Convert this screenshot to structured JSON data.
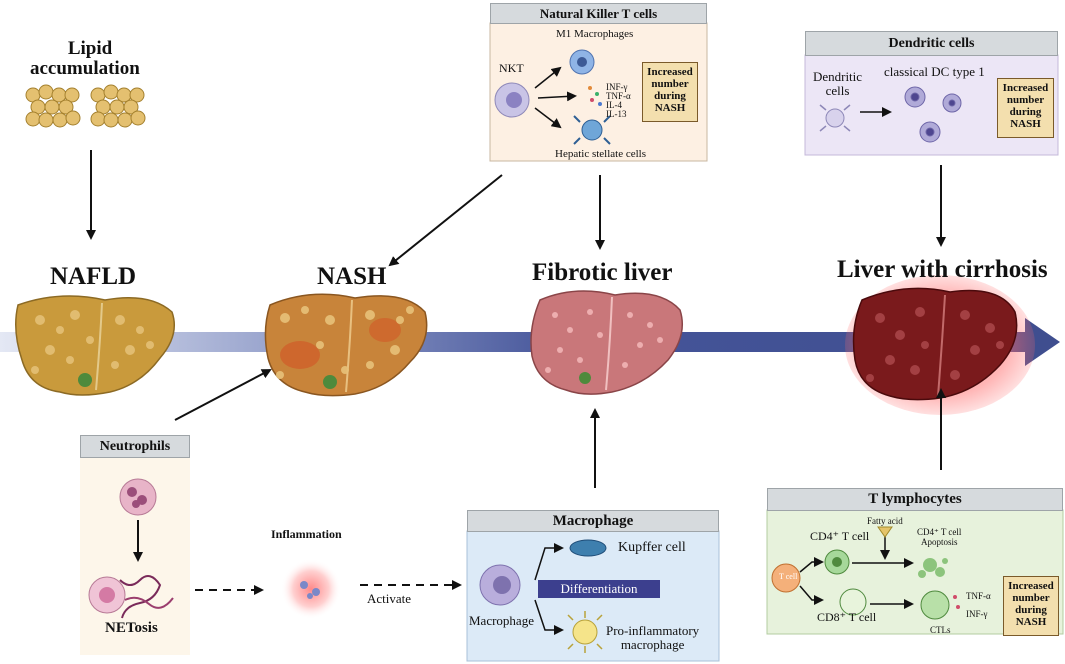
{
  "stages": {
    "nafld": "NAFLD",
    "nash": "NASH",
    "fibrotic": "Fibrotic liver",
    "cirrhosis": "Liver with cirrhosis"
  },
  "lipid": {
    "line1": "Lipid",
    "line2": "accumulation"
  },
  "nkt_panel": {
    "title": "Natural Killer T cells",
    "nkt": "NKT",
    "m1": "M1 Macrophages",
    "cytokines": [
      "INF-γ",
      "TNF-α",
      "IL-4",
      "IL-13"
    ],
    "hsc": "Hepatic stellate cells",
    "increased": [
      "Increased",
      "number",
      "during",
      "NASH"
    ]
  },
  "dc_panel": {
    "title": "Dendritic cells",
    "dc_line1": "Dendritic",
    "dc_line2": "cells",
    "classical": "classical DC type 1",
    "increased": [
      "Increased",
      "number",
      "during",
      "NASH"
    ]
  },
  "neutrophils": {
    "title": "Neutrophils",
    "netosis": "NETosis"
  },
  "inflammation": {
    "label": "Inflammation",
    "activate": "Activate"
  },
  "macrophage_panel": {
    "title": "Macrophage",
    "macrophage": "Macrophage",
    "kupffer": "Kupffer cell",
    "differentiation": "Differentiation",
    "proinf1": "Pro-inflammatory",
    "proinf2": "macrophage"
  },
  "tcell_panel": {
    "title": "T lymphocytes",
    "tcell": "T cell",
    "cd4": "CD4⁺ T cell",
    "cd8": "CD8⁺ T cell",
    "fatty": "Fatty acid",
    "apop1": "CD4⁺ T cell",
    "apop2": "Apoptosis",
    "tnf": "TNF-α",
    "inf": "INF-γ",
    "ctls": "CTLs",
    "increased": [
      "Increased",
      "number",
      "during",
      "NASH"
    ]
  },
  "colors": {
    "timeline": "#3f4e8f",
    "nafld_liver": "#c99a3c",
    "nash_liver": "#c8843a",
    "fibrotic_liver": "#c9777a",
    "cirrhosis_liver": "#7a1a1c",
    "nkt_bg": "#fdf0e3",
    "dc_bg": "#ece6f6",
    "mac_bg": "#dceaf7",
    "t_bg": "#e7f2dc",
    "neut_bg": "#fdf6ea"
  }
}
